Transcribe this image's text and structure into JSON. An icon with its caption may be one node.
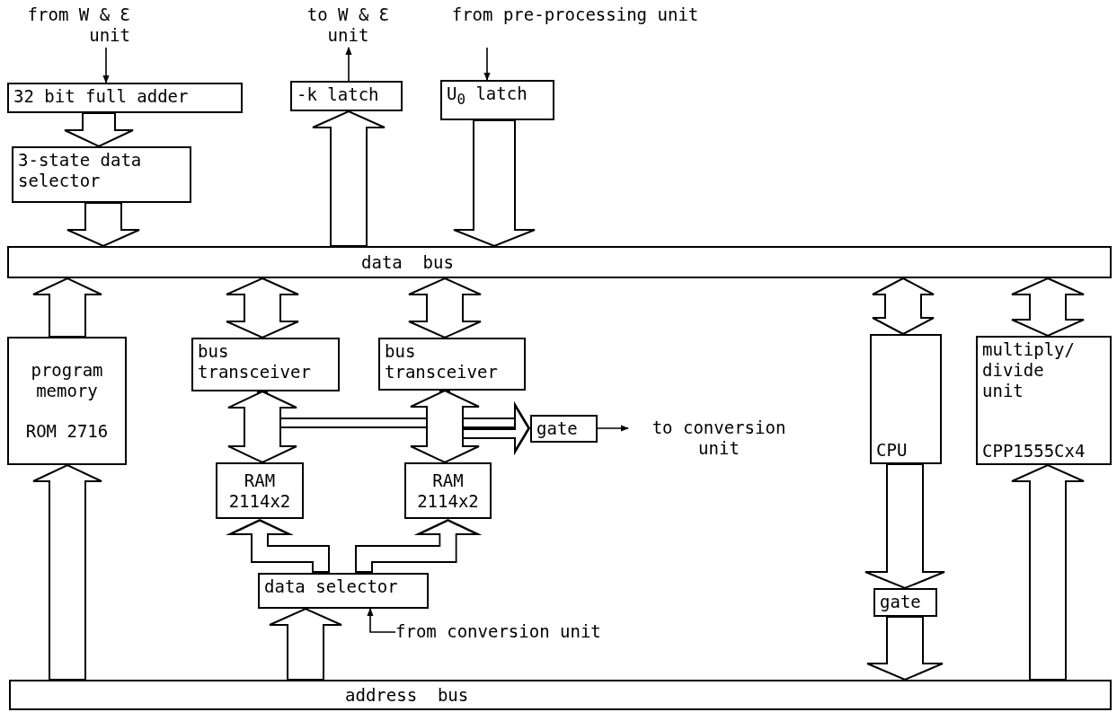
{
  "diagram": {
    "nodes": [
      {
        "text": [
          "from W & Ɛ unit"
        ]
      },
      {
        "text": [
          "to W & Ɛ unit"
        ]
      },
      {
        "text": [
          "from pre-processing unit"
        ]
      },
      {
        "text": [
          "32 bit full adder"
        ]
      },
      {
        "text": [
          "-k latch"
        ]
      },
      {
        "text": [
          "U$_{0}$ latch"
        ]
      },
      {
        "text": [
          "3-state data selector"
        ]
      },
      {
        "text": [
          "data bus"
        ]
      },
      {
        "text": [
          "program memory",
          "ROM 2716"
        ]
      },
      {
        "text": [
          "bus transceiver"
        ]
      },
      {
        "text": [
          "bus transceiver"
        ]
      },
      {
        "text": [
          "CPU"
        ]
      },
      {
        "text": [
          "multiply/ divide unit",
          "CPP1555Cx4"
        ]
      },
      {
        "text": [
          "gate"
        ]
      },
      {
        "text": [
          "to conversion unit"
        ]
      },
      {
        "text": [
          "RAM 2114x2"
        ]
      },
      {
        "text": [
          "RAM 2114x2"
        ]
      },
      {
        "text": [
          "data selector"
        ]
      },
      {
        "text": [
          "from conversion unit"
        ]
      },
      {
        "text": [
          "gate"
        ]
      },
      {
        "text": [
          "address bus"
        ]
      }
    ],
    "edges": [
      {
        "from": 0,
        "to": 3,
        "arrow": "to"
      },
      {
        "from": 4,
        "to": 1,
        "arrow": "to"
      },
      {
        "from": 2,
        "to": 5,
        "arrow": "to"
      },
      {
        "from": 3,
        "to": 6,
        "arrow": "to",
        "style": "thick"
      },
      {
        "from": 6,
        "to": 7,
        "arrow": "to",
        "style": "thick"
      },
      {
        "from": 7,
        "to": 4,
        "arrow": "to",
        "style": "thick"
      },
      {
        "from": 5,
        "to": 7,
        "arrow": "to",
        "style": "thick"
      },
      {
        "from": 8,
        "to": 7,
        "arrow": "to",
        "style": "thick"
      },
      {
        "from": 7,
        "to": 9,
        "arrow": "both",
        "style": "thick"
      },
      {
        "from": 7,
        "to": 10,
        "arrow": "both",
        "style": "thick"
      },
      {
        "from": 7,
        "to": 11,
        "arrow": "both",
        "style": "thick"
      },
      {
        "from": 7,
        "to": 12,
        "arrow": "both",
        "style": "thick"
      },
      {
        "from": 9,
        "to": 15,
        "arrow": "both",
        "style": "thick"
      },
      {
        "from": 10,
        "to": 16,
        "arrow": "both",
        "style": "thick"
      },
      {
        "from": 9,
        "to": 13,
        "arrow": "to",
        "style": "thick"
      },
      {
        "from": 10,
        "to": 13,
        "arrow": "to",
        "style": "thick"
      },
      {
        "from": 13,
        "to": 14,
        "arrow": "to"
      },
      {
        "from": 17,
        "to": 15,
        "arrow": "to",
        "style": "thick"
      },
      {
        "from": 17,
        "to": 16,
        "arrow": "to",
        "style": "thick"
      },
      {
        "from": 20,
        "to": 17,
        "arrow": "to",
        "style": "thick"
      },
      {
        "from": 18,
        "to": 17,
        "arrow": "to"
      },
      {
        "from": 11,
        "to": 19,
        "arrow": "to",
        "style": "thick"
      },
      {
        "from": 19,
        "to": 20,
        "arrow": "to",
        "style": "thick"
      },
      {
        "from": 20,
        "to": 8,
        "arrow": "to",
        "style": "thick"
      },
      {
        "from": 20,
        "to": 12,
        "arrow": "to",
        "style": "thick"
      }
    ]
  }
}
